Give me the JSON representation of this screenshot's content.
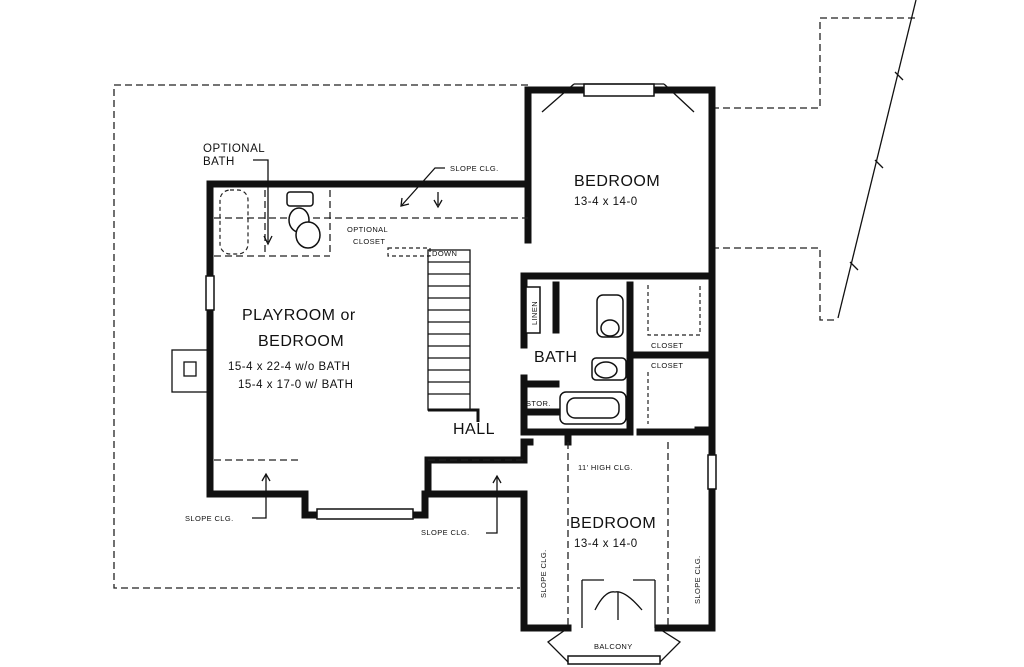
{
  "rooms": {
    "bedroom_top": {
      "name": "BEDROOM",
      "size": "13-4 x 14-0"
    },
    "playroom": {
      "name_line1": "PLAYROOM or",
      "name_line2": "BEDROOM",
      "size_without_bath": "15-4 x 22-4 w/o BATH",
      "size_with_bath": "15-4 x 17-0 w/ BATH"
    },
    "bath": {
      "name": "BATH"
    },
    "hall": {
      "name": "HALL"
    },
    "bedroom_bottom": {
      "name": "BEDROOM",
      "size": "13-4 x 14-0"
    }
  },
  "labels": {
    "optional_bath_line1": "OPTIONAL",
    "optional_bath_line2": "BATH",
    "slope_clg": "SLOPE CLG.",
    "optional_closet_line1": "OPTIONAL",
    "optional_closet_line2": "CLOSET",
    "down": "DOWN",
    "linen": "LINEN",
    "closet": "CLOSET",
    "stor": "STOR.",
    "high_clg": "11' HIGH CLG.",
    "balcony": "BALCONY"
  }
}
